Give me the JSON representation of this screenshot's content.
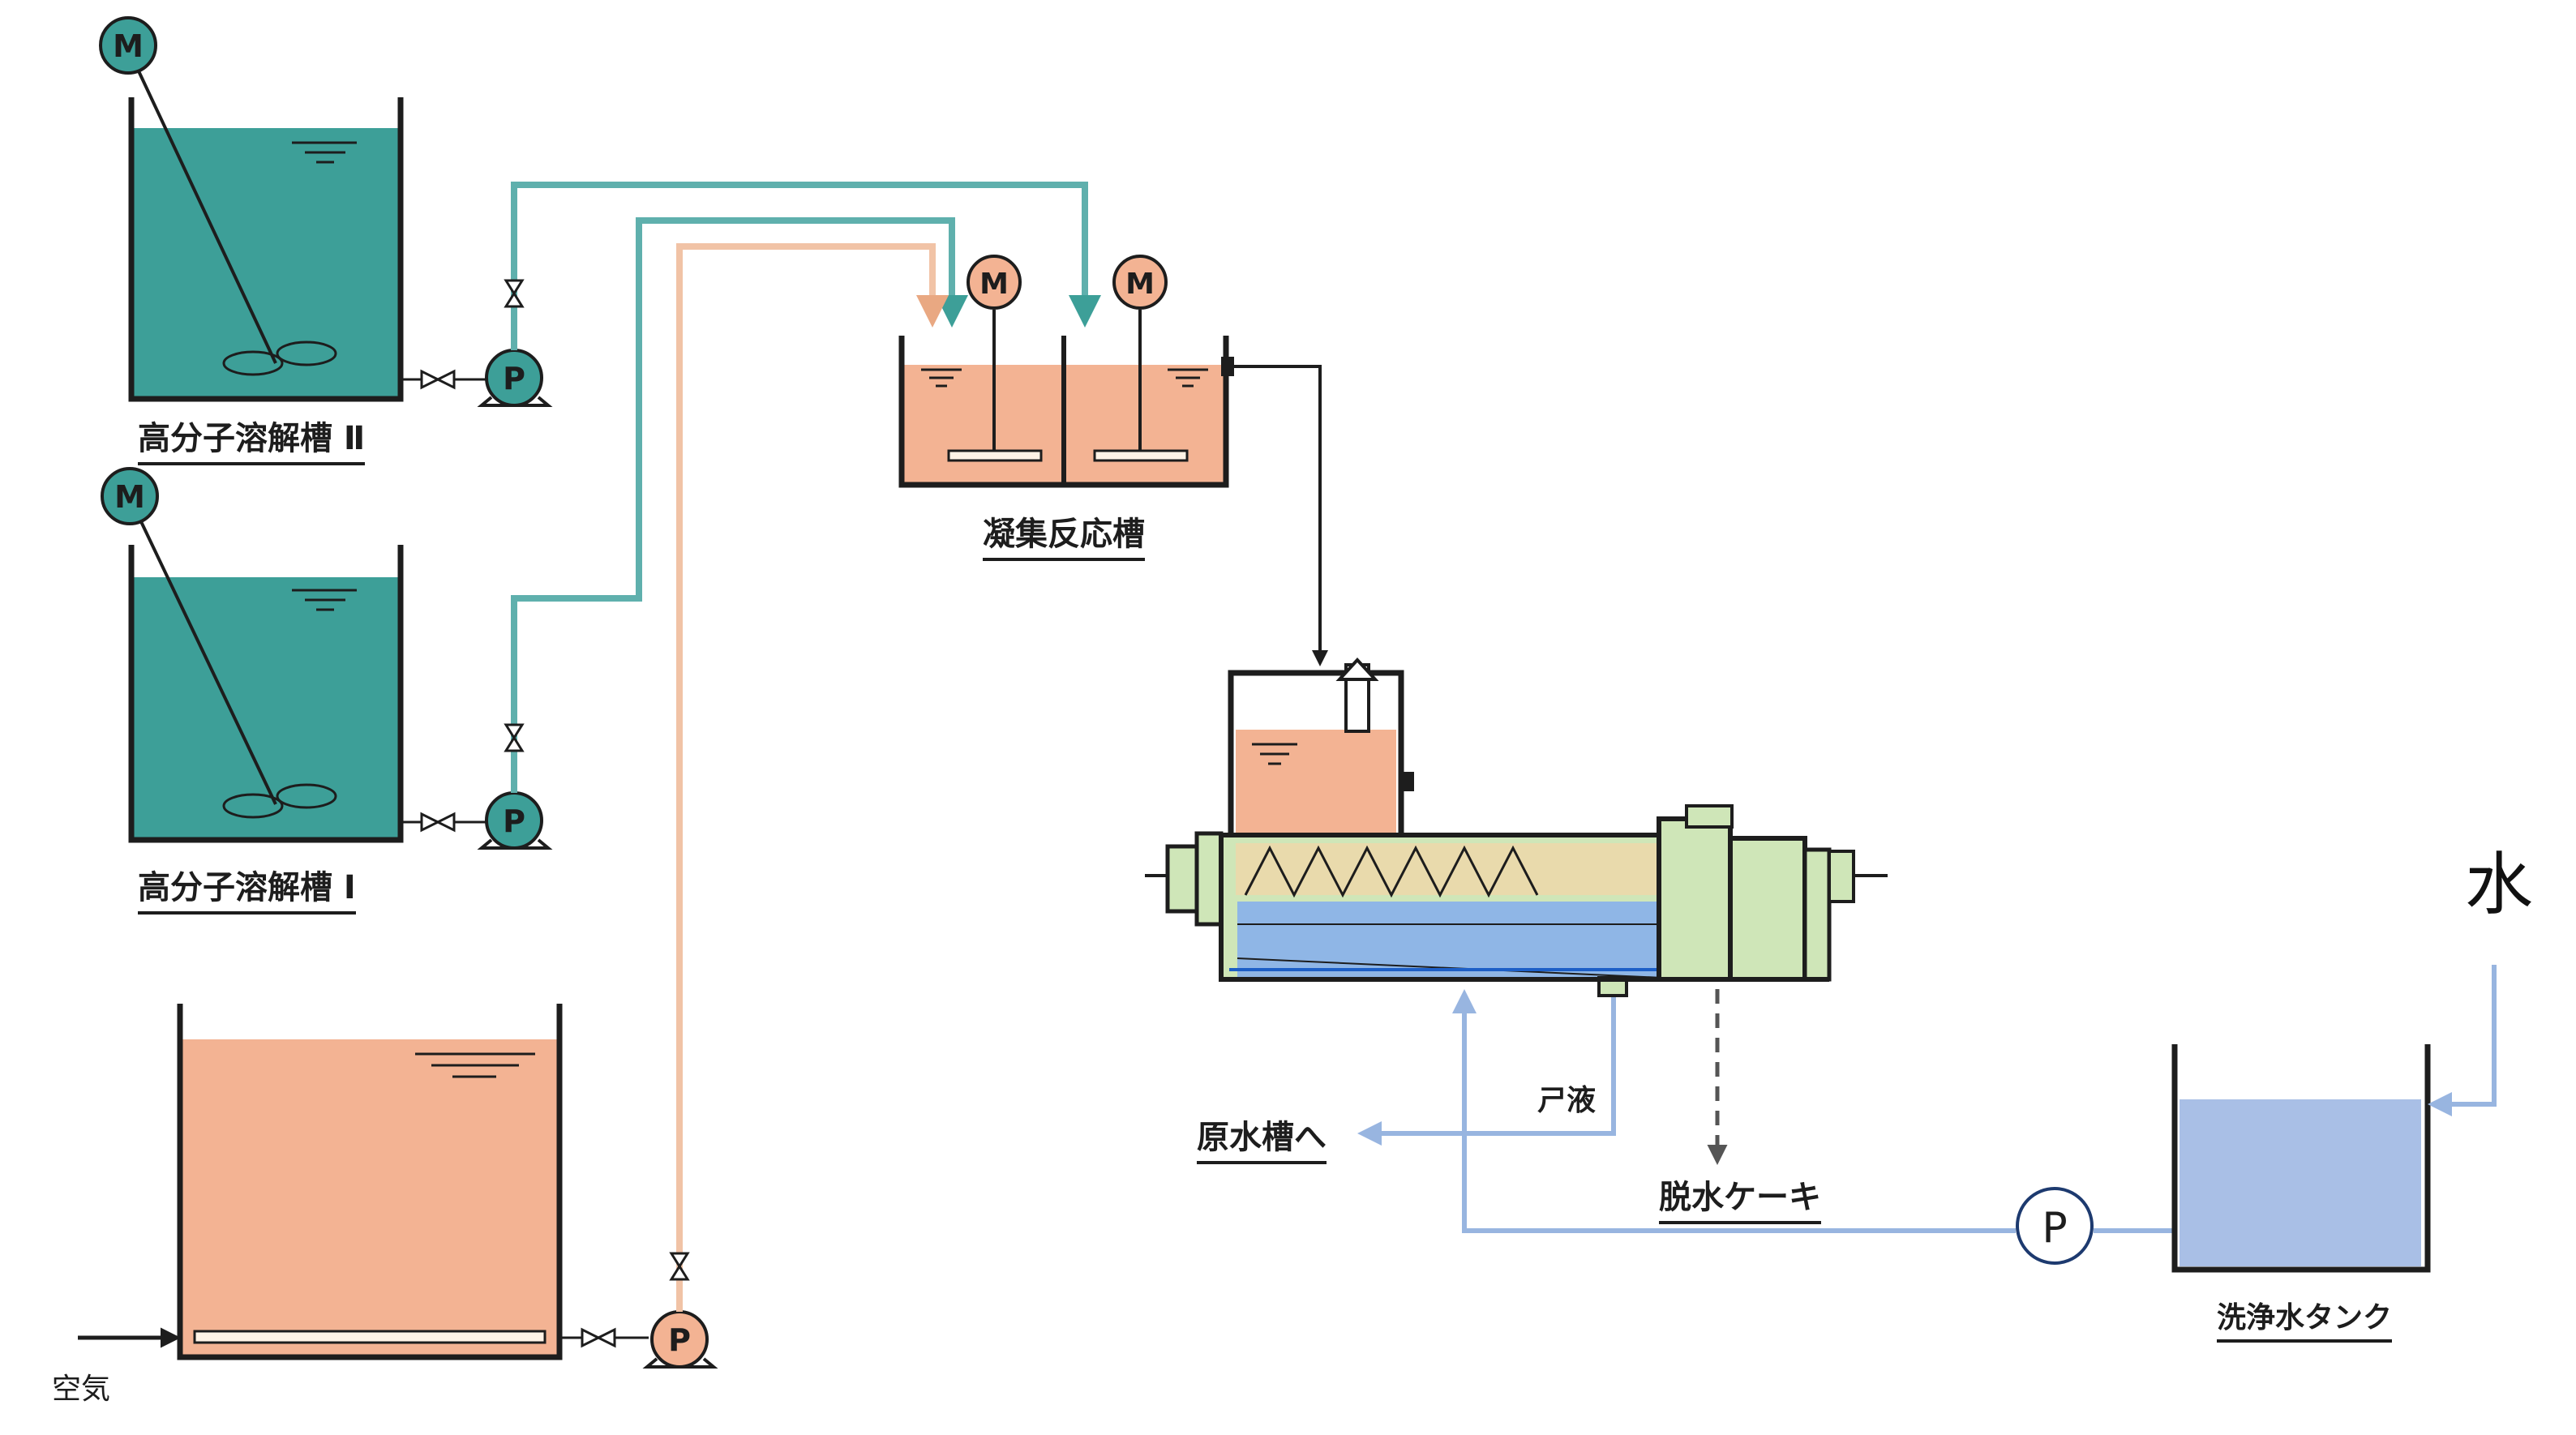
{
  "labels": {
    "tank2": "高分子溶解槽 Ⅱ",
    "tank1": "高分子溶解槽 Ⅰ",
    "coag": "凝集反応槽",
    "filtrate": "ㄕ液",
    "to_raw": "原水槽へ",
    "cake": "脱水ケーキ",
    "wash_tank": "洗浄水タンク",
    "water": "水",
    "air": "空気"
  },
  "symbols": {
    "motor": "M",
    "pump": "P"
  },
  "colors": {
    "teal_fill": "#3d9f98",
    "teal_line": "#5fb0ad",
    "salmon_fill": "#f3b393",
    "salmon_line": "#f1c3a6",
    "blue_fill": "#a9bfe6",
    "blue_line": "#98b5e0",
    "green_fill": "#cfe6b8",
    "screen_blue": "#8fb6e6",
    "outline": "#1d1d1d"
  }
}
